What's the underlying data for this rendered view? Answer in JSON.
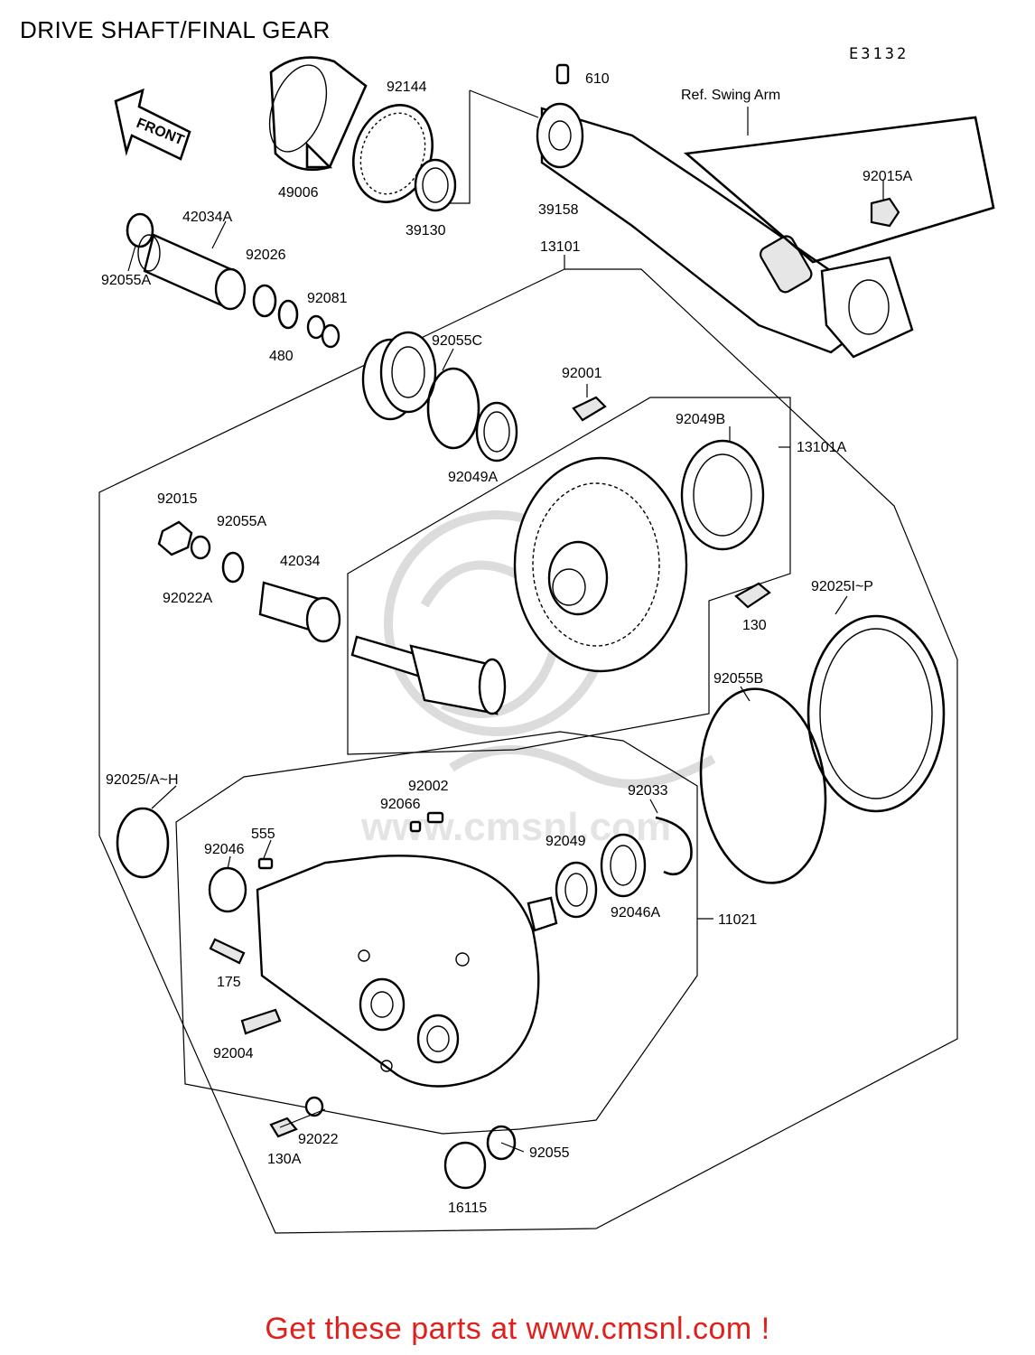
{
  "title": "DRIVE SHAFT/FINAL GEAR",
  "diagram_code": "E3132",
  "front_arrow_label": "FRONT",
  "reference_label": "Ref. Swing Arm",
  "watermark_text": "www.cmsnl.com",
  "footer_link_text": "Get these parts at www.cmsnl.com !",
  "colors": {
    "footer_link": "#e0201b",
    "line": "#000000",
    "watermark": "#dcdcdc"
  },
  "part_labels": {
    "p610": "610",
    "p92144": "92144",
    "p49006": "49006",
    "p39130": "39130",
    "p39158": "39158",
    "p92015A": "92015A",
    "p42034A": "42034A",
    "p92026": "92026",
    "p92055A_top": "92055A",
    "p92081": "92081",
    "p480": "480",
    "p13101": "13101",
    "p92055C": "92055C",
    "p92001": "92001",
    "p92049B": "92049B",
    "p13101A": "13101A",
    "p92049A": "92049A",
    "p92015": "92015",
    "p92055A_mid": "92055A",
    "p42034": "42034",
    "p92022A": "92022A",
    "p130": "130",
    "p92025IP": "92025I~P",
    "p92055B": "92055B",
    "p92025AH": "92025/A~H",
    "p92002": "92002",
    "p92066": "92066",
    "p92033": "92033",
    "p555": "555",
    "p92046": "92046",
    "p92049": "92049",
    "p92046A": "92046A",
    "p11021": "11021",
    "p175": "175",
    "p92004": "92004",
    "p92022": "92022",
    "p130A": "130A",
    "p92055": "92055",
    "p16115": "16115"
  }
}
